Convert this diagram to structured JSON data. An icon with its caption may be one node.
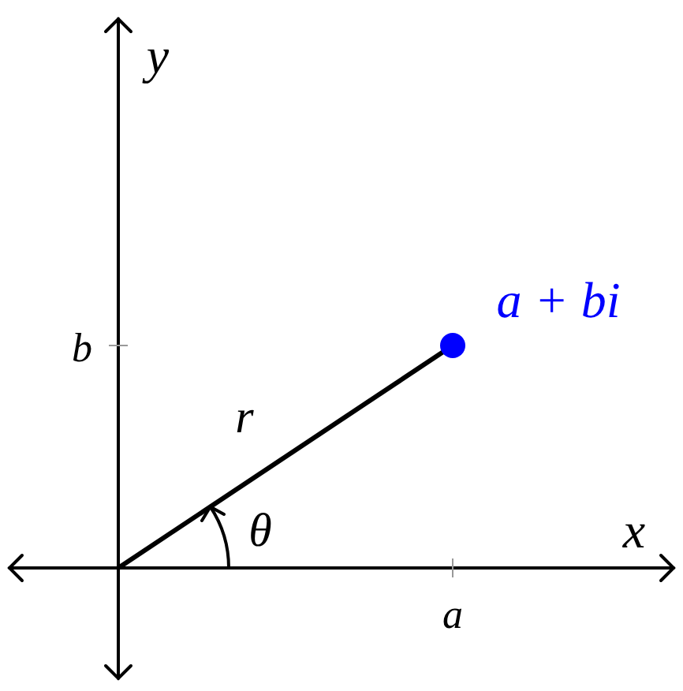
{
  "diagram": {
    "labels": [
      "y",
      "b",
      "a + bi",
      "r",
      "θ",
      "x",
      "a"
    ]
  }
}
